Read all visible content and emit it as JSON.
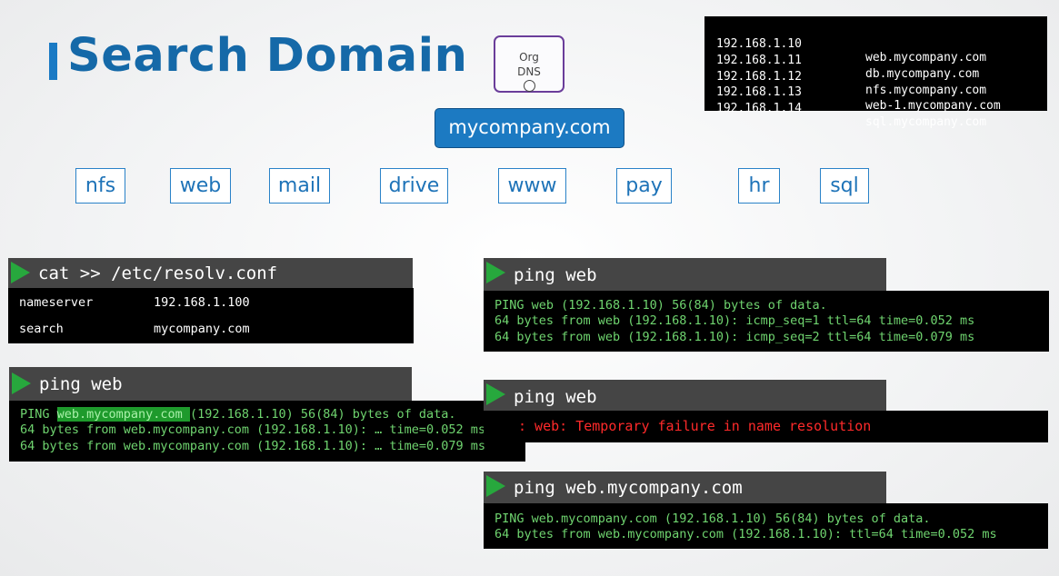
{
  "slide": {
    "title": "Search Domain",
    "org_dns_label_1": "Org",
    "org_dns_label_2": "DNS"
  },
  "hosts": [
    {
      "ip": "192.168.1.10",
      "name": "web.mycompany.com"
    },
    {
      "ip": "192.168.1.11",
      "name": "db.mycompany.com"
    },
    {
      "ip": "192.168.1.12",
      "name": "nfs.mycompany.com"
    },
    {
      "ip": "192.168.1.13",
      "name": "web-1.mycompany.com"
    },
    {
      "ip": "192.168.1.14",
      "name": "sql.mycompany.com"
    }
  ],
  "domain": "mycompany.com",
  "subdomains": [
    "nfs",
    "web",
    "mail",
    "drive",
    "www",
    "pay",
    "hr",
    "sql"
  ],
  "colors": {
    "title": "#1569a8",
    "domain_box": "#1c7ac2",
    "terminal_header": "#454545",
    "prompt_triangle": "#27a83d",
    "output_green": "#6fd46f",
    "error_red": "#ff2a2a"
  },
  "resolv": {
    "command": "cat >> /etc/resolv.conf",
    "nameserver_key": "nameserver",
    "nameserver_value": "192.168.1.100",
    "search_key": "search",
    "search_value": "mycompany.com"
  },
  "ping_search": {
    "command": "ping web",
    "line1_prefix": "PING ",
    "line1_highlight": "web.mycompany.com ",
    "line1_suffix": "(192.168.1.10) 56(84) bytes of data.",
    "line2": "64 bytes from web.mycompany.com (192.168.1.10): … time=0.052 ms",
    "line3": "64 bytes from web.mycompany.com (192.168.1.10): … time=0.079 ms"
  },
  "ping_local": {
    "command": "ping web",
    "line1": "PING web (192.168.1.10) 56(84) bytes of data.",
    "line2": "64 bytes from web (192.168.1.10): icmp_seq=1 ttl=64 time=0.052 ms",
    "line3": "64 bytes from web (192.168.1.10): icmp_seq=2 ttl=64 time=0.079 ms"
  },
  "ping_fail": {
    "command": "ping web",
    "error": ": web: Temporary failure in name resolution"
  },
  "ping_fqdn": {
    "command": "ping web.mycompany.com",
    "line1": "PING web.mycompany.com (192.168.1.10) 56(84) bytes of data.",
    "line2": "64 bytes from web.mycompany.com (192.168.1.10): ttl=64 time=0.052 ms"
  }
}
